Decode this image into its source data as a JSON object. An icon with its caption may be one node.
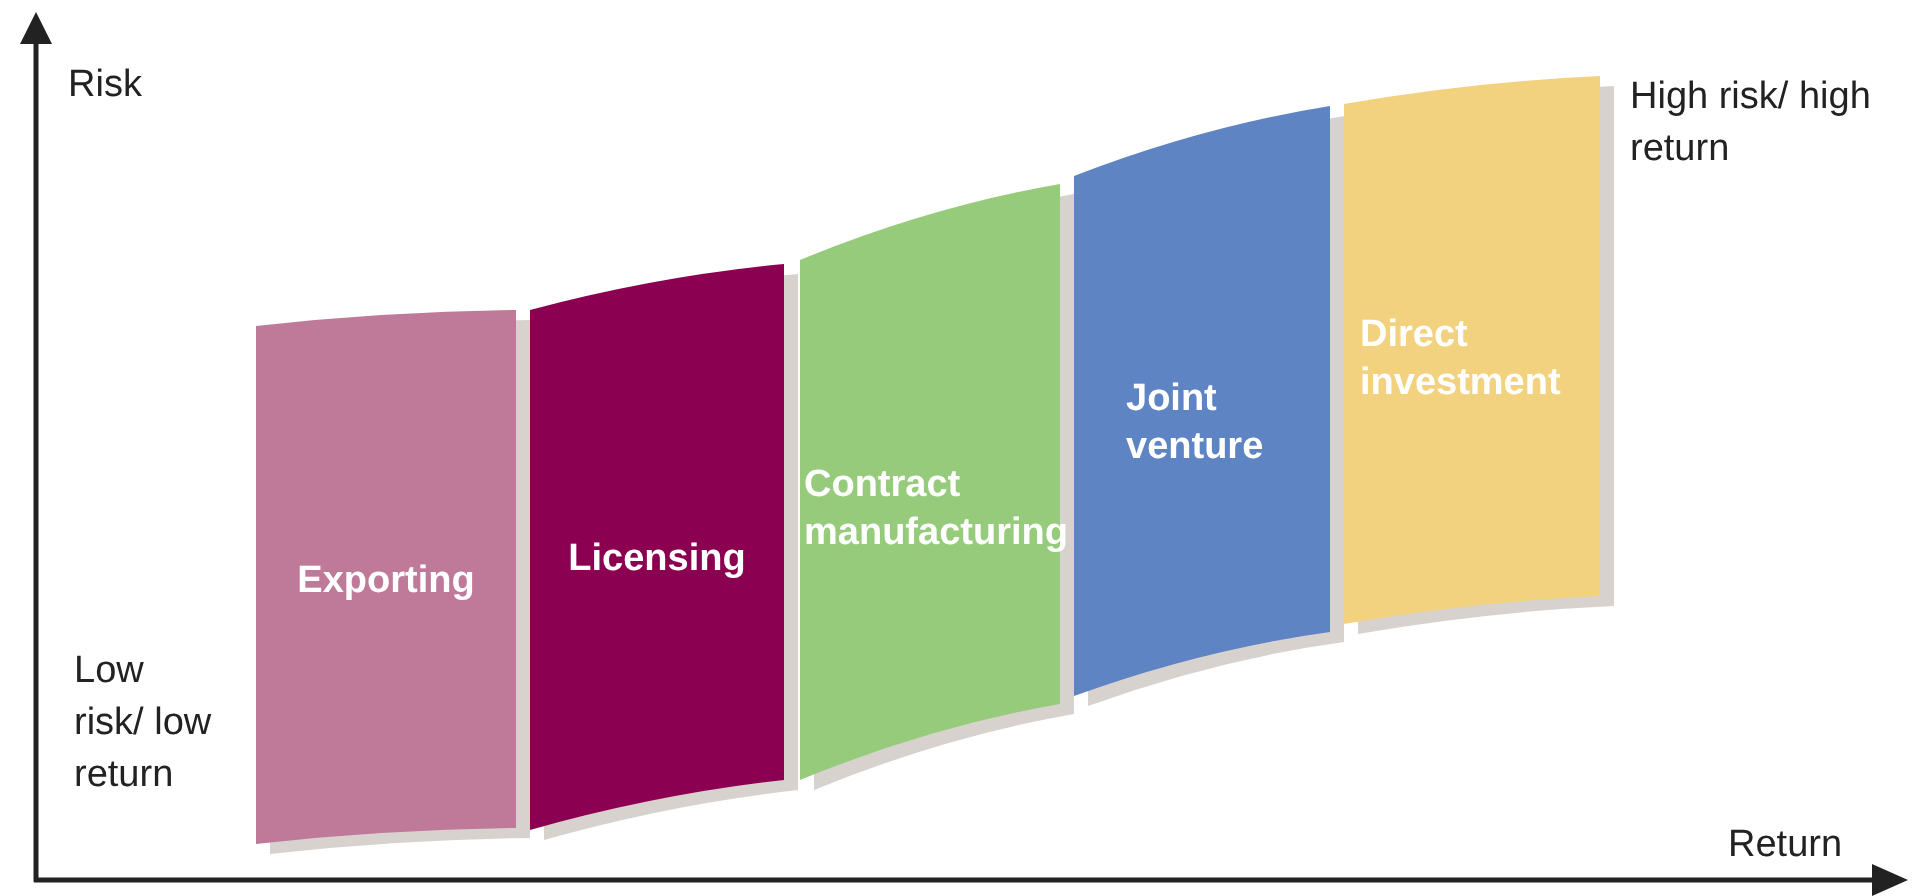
{
  "diagram": {
    "nodes": [
      {
        "text": [
          "Exporting"
        ]
      },
      {
        "text": [
          "Licensing"
        ]
      },
      {
        "text": [
          "Contract manufacturing"
        ]
      },
      {
        "text": [
          "Joint venture"
        ]
      },
      {
        "text": [
          "Direct investment"
        ]
      }
    ],
    "labels": [
      "Risk",
      "High risk/ high return",
      "Low risk/ low return",
      "Return"
    ]
  }
}
